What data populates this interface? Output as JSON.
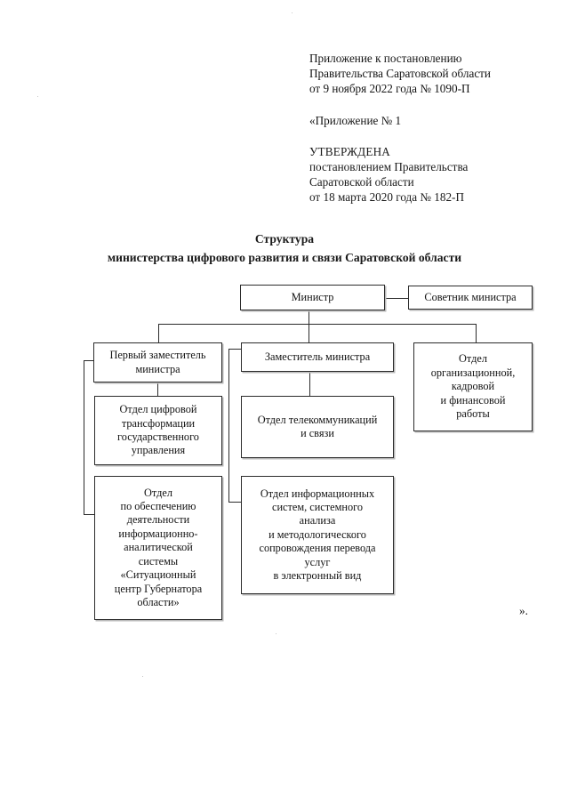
{
  "document": {
    "header": {
      "appendix_reference": "Приложение к постановлению\nПравительства Саратовской области\nот 9 ноября 2022 года № 1090-П",
      "quoted_appendix": "«Приложение № 1",
      "approved_label": "УТВЕРЖДЕНА",
      "approved_body": "постановлением Правительства\nСаратовской области\nот 18 марта 2020 года № 182-П"
    },
    "title": {
      "line1": "Структура",
      "line2": "министерства цифрового развития и связи Саратовской области"
    },
    "closing_mark": "»."
  },
  "chart_data": {
    "type": "diagram",
    "title": "Структура министерства цифрового развития и связи Саратовской области",
    "nodes": [
      {
        "id": "minister",
        "label": "Министр",
        "level": 0
      },
      {
        "id": "advisor",
        "label": "Советник министра",
        "level": 0
      },
      {
        "id": "first-deputy",
        "label": "Первый заместитель\nминистра",
        "level": 1
      },
      {
        "id": "deputy",
        "label": "Заместитель министра",
        "level": 1
      },
      {
        "id": "org-dept",
        "label": "Отдел\nорганизационной,\nкадровой\nи финансовой\nработы",
        "level": 1
      },
      {
        "id": "digital-transf",
        "label": "Отдел цифровой\nтрансформации\nгосударственного\nуправления",
        "level": 2
      },
      {
        "id": "telecom",
        "label": "Отдел телекоммуникаций\nи связи",
        "level": 2
      },
      {
        "id": "situation-center",
        "label": "Отдел\nпо обеспечению\nдеятельности\nинформационно-\nаналитической\nсистемы\n«Ситуационный\nцентр Губернатора\nобласти»",
        "level": 2
      },
      {
        "id": "info-systems",
        "label": "Отдел информационных\nсистем, системного\nанализа\nи методологического\nсопровождения перевода\nуслуг\nв электронный вид",
        "level": 2
      }
    ],
    "edges": [
      {
        "from": "minister",
        "to": "advisor"
      },
      {
        "from": "minister",
        "to": "first-deputy"
      },
      {
        "from": "minister",
        "to": "deputy"
      },
      {
        "from": "minister",
        "to": "org-dept"
      },
      {
        "from": "first-deputy",
        "to": "digital-transf"
      },
      {
        "from": "first-deputy",
        "to": "situation-center"
      },
      {
        "from": "deputy",
        "to": "telecom"
      },
      {
        "from": "deputy",
        "to": "info-systems"
      }
    ]
  }
}
